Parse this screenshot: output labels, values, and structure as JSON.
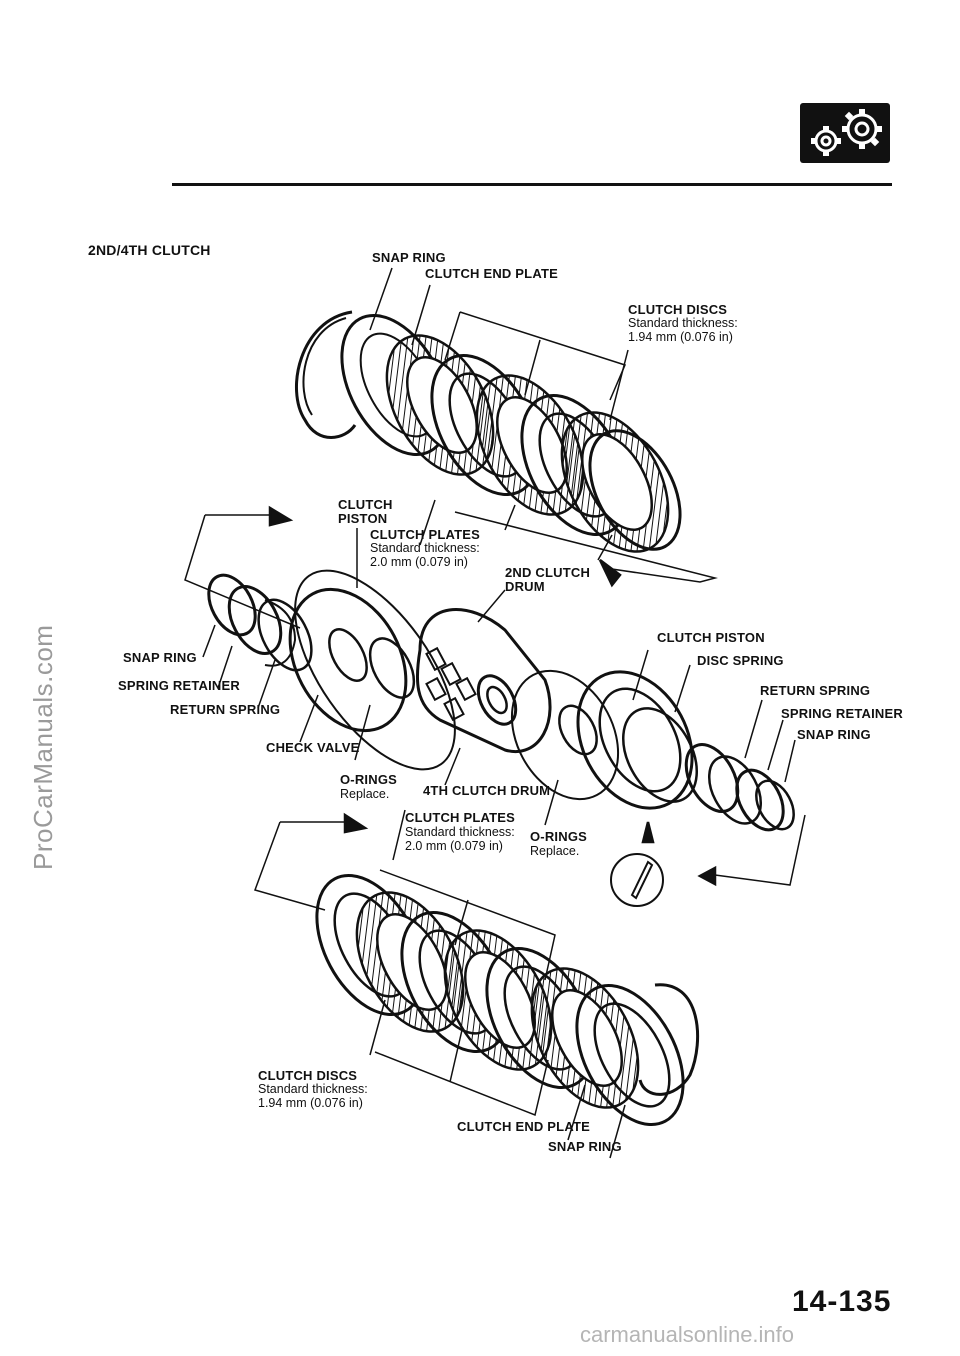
{
  "section_title": "2ND/4TH CLUTCH",
  "labels": {
    "snap_ring_top": "SNAP RING",
    "clutch_end_plate_top": "CLUTCH END PLATE",
    "clutch_discs_top": "CLUTCH DISCS",
    "clutch_discs_top_spec1": "Standard thickness:",
    "clutch_discs_top_spec2": "1.94 mm (0.076 in)",
    "clutch_piston_left": "CLUTCH",
    "clutch_piston_left2": "PISTON",
    "clutch_plates_top": "CLUTCH PLATES",
    "clutch_plates_top_spec1": "Standard thickness:",
    "clutch_plates_top_spec2": "2.0 mm (0.079 in)",
    "second_clutch_drum": "2ND CLUTCH",
    "second_clutch_drum2": "DRUM",
    "snap_ring_left": "SNAP RING",
    "spring_retainer_left": "SPRING RETAINER",
    "return_spring_left": "RETURN SPRING",
    "check_valve": "CHECK VALVE",
    "o_rings_left": "O-RINGS",
    "o_rings_left_note": "Replace.",
    "fourth_clutch_drum": "4TH CLUTCH DRUM",
    "clutch_piston_right": "CLUTCH PISTON",
    "disc_spring": "DISC SPRING",
    "return_spring_right": "RETURN SPRING",
    "spring_retainer_right": "SPRING RETAINER",
    "snap_ring_right": "SNAP RING",
    "clutch_plates_bottom": "CLUTCH PLATES",
    "clutch_plates_bottom_spec1": "Standard thickness:",
    "clutch_plates_bottom_spec2": "2.0 mm (0.079 in)",
    "o_rings_right": "O-RINGS",
    "o_rings_right_note": "Replace.",
    "clutch_discs_bottom": "CLUTCH DISCS",
    "clutch_discs_bottom_spec1": "Standard thickness:",
    "clutch_discs_bottom_spec2": "1.94 mm (0.076 in)",
    "clutch_end_plate_bottom": "CLUTCH END PLATE",
    "snap_ring_bottom": "SNAP RING"
  },
  "page_number": "14-135",
  "watermarks": {
    "side": "ProCarManuals.com",
    "bottom": "carmanualsonline.info"
  },
  "icons": {
    "header_badge": "gears-icon"
  },
  "colors": {
    "ink": "#111111",
    "paper": "#ffffff",
    "watermark": "#9a9a9a"
  }
}
